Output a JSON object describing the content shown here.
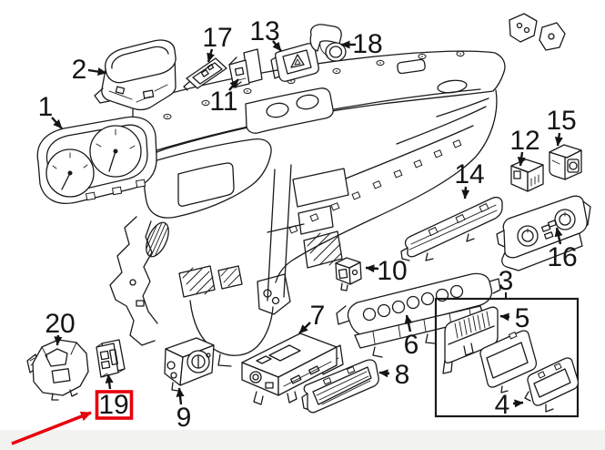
{
  "figure": {
    "type": "exploded-parts-diagram",
    "background": "#ffffff",
    "line_color": "#1a1a1a",
    "footer_strip_color": "#f2f2f0"
  },
  "highlight": {
    "color": "#e8000d",
    "highlighted_callout": "19"
  },
  "callouts": [
    {
      "label": "1"
    },
    {
      "label": "2"
    },
    {
      "label": "3"
    },
    {
      "label": "4"
    },
    {
      "label": "5"
    },
    {
      "label": "6"
    },
    {
      "label": "7"
    },
    {
      "label": "8"
    },
    {
      "label": "9"
    },
    {
      "label": "10"
    },
    {
      "label": "11"
    },
    {
      "label": "12"
    },
    {
      "label": "13"
    },
    {
      "label": "14"
    },
    {
      "label": "15"
    },
    {
      "label": "16"
    },
    {
      "label": "17"
    },
    {
      "label": "18"
    },
    {
      "label": "19"
    },
    {
      "label": "20"
    }
  ]
}
